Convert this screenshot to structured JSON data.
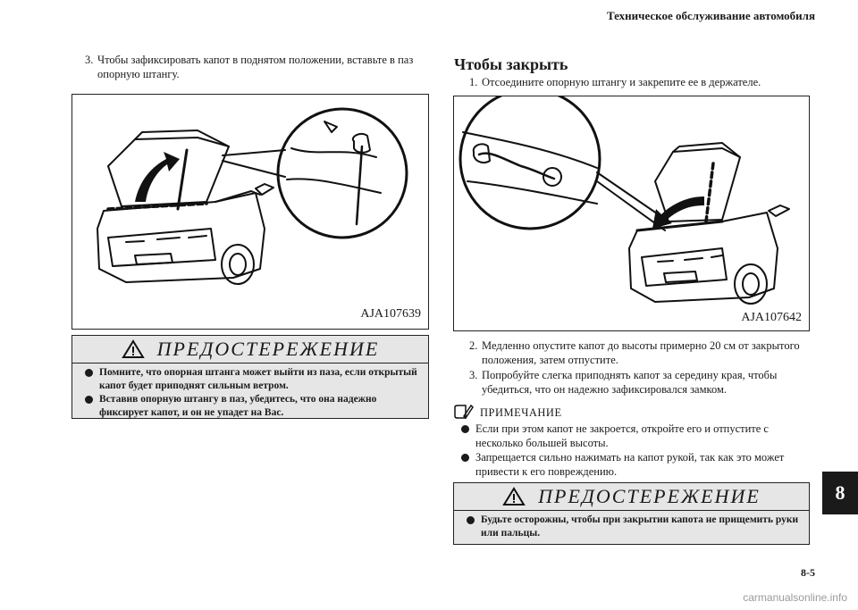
{
  "header": {
    "title": "Техническое обслуживание автомобиля"
  },
  "left": {
    "step": {
      "num": "3.",
      "text": "Чтобы зафиксировать капот в поднятом положении, вставьте в паз опорную штангу."
    },
    "figure": {
      "label": "AJA107639"
    },
    "warning": {
      "title": "ПРЕДОСТЕРЕЖЕНИЕ",
      "items": [
        "Помните, что опорная штанга может выйти из паза, если открытый капот будет приподнят сильным ветром.",
        "Вставив опорную штангу в паз, убедитесь, что она надежно фиксирует капот, и он не упадет на Вас."
      ]
    }
  },
  "right": {
    "heading": "Чтобы закрыть",
    "steps": [
      {
        "num": "1.",
        "text": "Отсоедините опорную штангу и закрепите ее в держателе."
      },
      {
        "num": "2.",
        "text": "Медленно опустите капот до высоты примерно 20 см от закрытого положения, затем отпустите."
      },
      {
        "num": "3.",
        "text": "Попробуйте слегка приподнять капот за середину края, чтобы убедиться, что он надежно зафиксировался замком."
      }
    ],
    "figure": {
      "label": "AJA107642"
    },
    "note": {
      "title": "ПРИМЕЧАНИЕ",
      "items": [
        "Если при этом капот не закроется, откройте его и отпустите с несколько большей высоты.",
        "Запрещается сильно нажимать на капот рукой, так как это может привести к его повреждению."
      ]
    },
    "warning": {
      "title": "ПРЕДОСТЕРЕЖЕНИЕ",
      "items": [
        "Будьте осторожны, чтобы при закрытии капота не прищемить руки или пальцы."
      ]
    }
  },
  "chapter_tab": "8",
  "page_number": "8-5",
  "watermark": "carmanualsonline.info",
  "icons": {
    "warning": "warning-triangle-icon",
    "note": "note-pencil-icon",
    "arrow": "curved-arrow-icon"
  }
}
